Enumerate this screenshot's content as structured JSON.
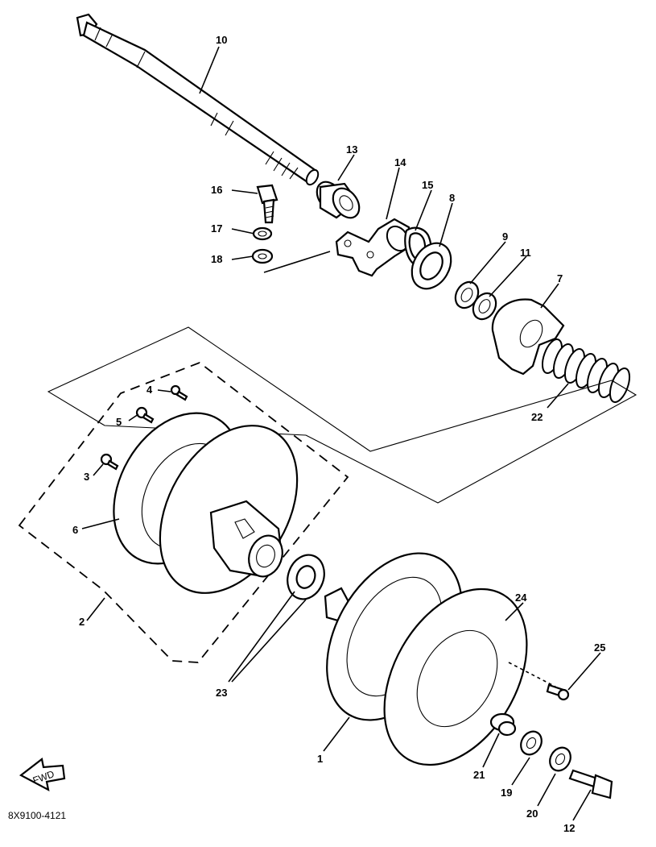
{
  "diagram_code": "8X9100-4121",
  "fwd_arrow": {
    "label": "FWD",
    "icon": "fwd-arrow-icon"
  },
  "callouts": [
    {
      "id": "c10",
      "label": "10"
    },
    {
      "id": "c13",
      "label": "13"
    },
    {
      "id": "c14",
      "label": "14"
    },
    {
      "id": "c15",
      "label": "15"
    },
    {
      "id": "c8",
      "label": "8"
    },
    {
      "id": "c16",
      "label": "16"
    },
    {
      "id": "c17",
      "label": "17"
    },
    {
      "id": "c18",
      "label": "18"
    },
    {
      "id": "c9",
      "label": "9"
    },
    {
      "id": "c11",
      "label": "11"
    },
    {
      "id": "c7",
      "label": "7"
    },
    {
      "id": "c22",
      "label": "22"
    },
    {
      "id": "c4",
      "label": "4"
    },
    {
      "id": "c5",
      "label": "5"
    },
    {
      "id": "c3",
      "label": "3"
    },
    {
      "id": "c6",
      "label": "6"
    },
    {
      "id": "c2",
      "label": "2"
    },
    {
      "id": "c24",
      "label": "24"
    },
    {
      "id": "c25",
      "label": "25"
    },
    {
      "id": "c23",
      "label": "23"
    },
    {
      "id": "c1",
      "label": "1"
    },
    {
      "id": "c21",
      "label": "21"
    },
    {
      "id": "c19",
      "label": "19"
    },
    {
      "id": "c20",
      "label": "20"
    },
    {
      "id": "c12",
      "label": "12"
    }
  ]
}
